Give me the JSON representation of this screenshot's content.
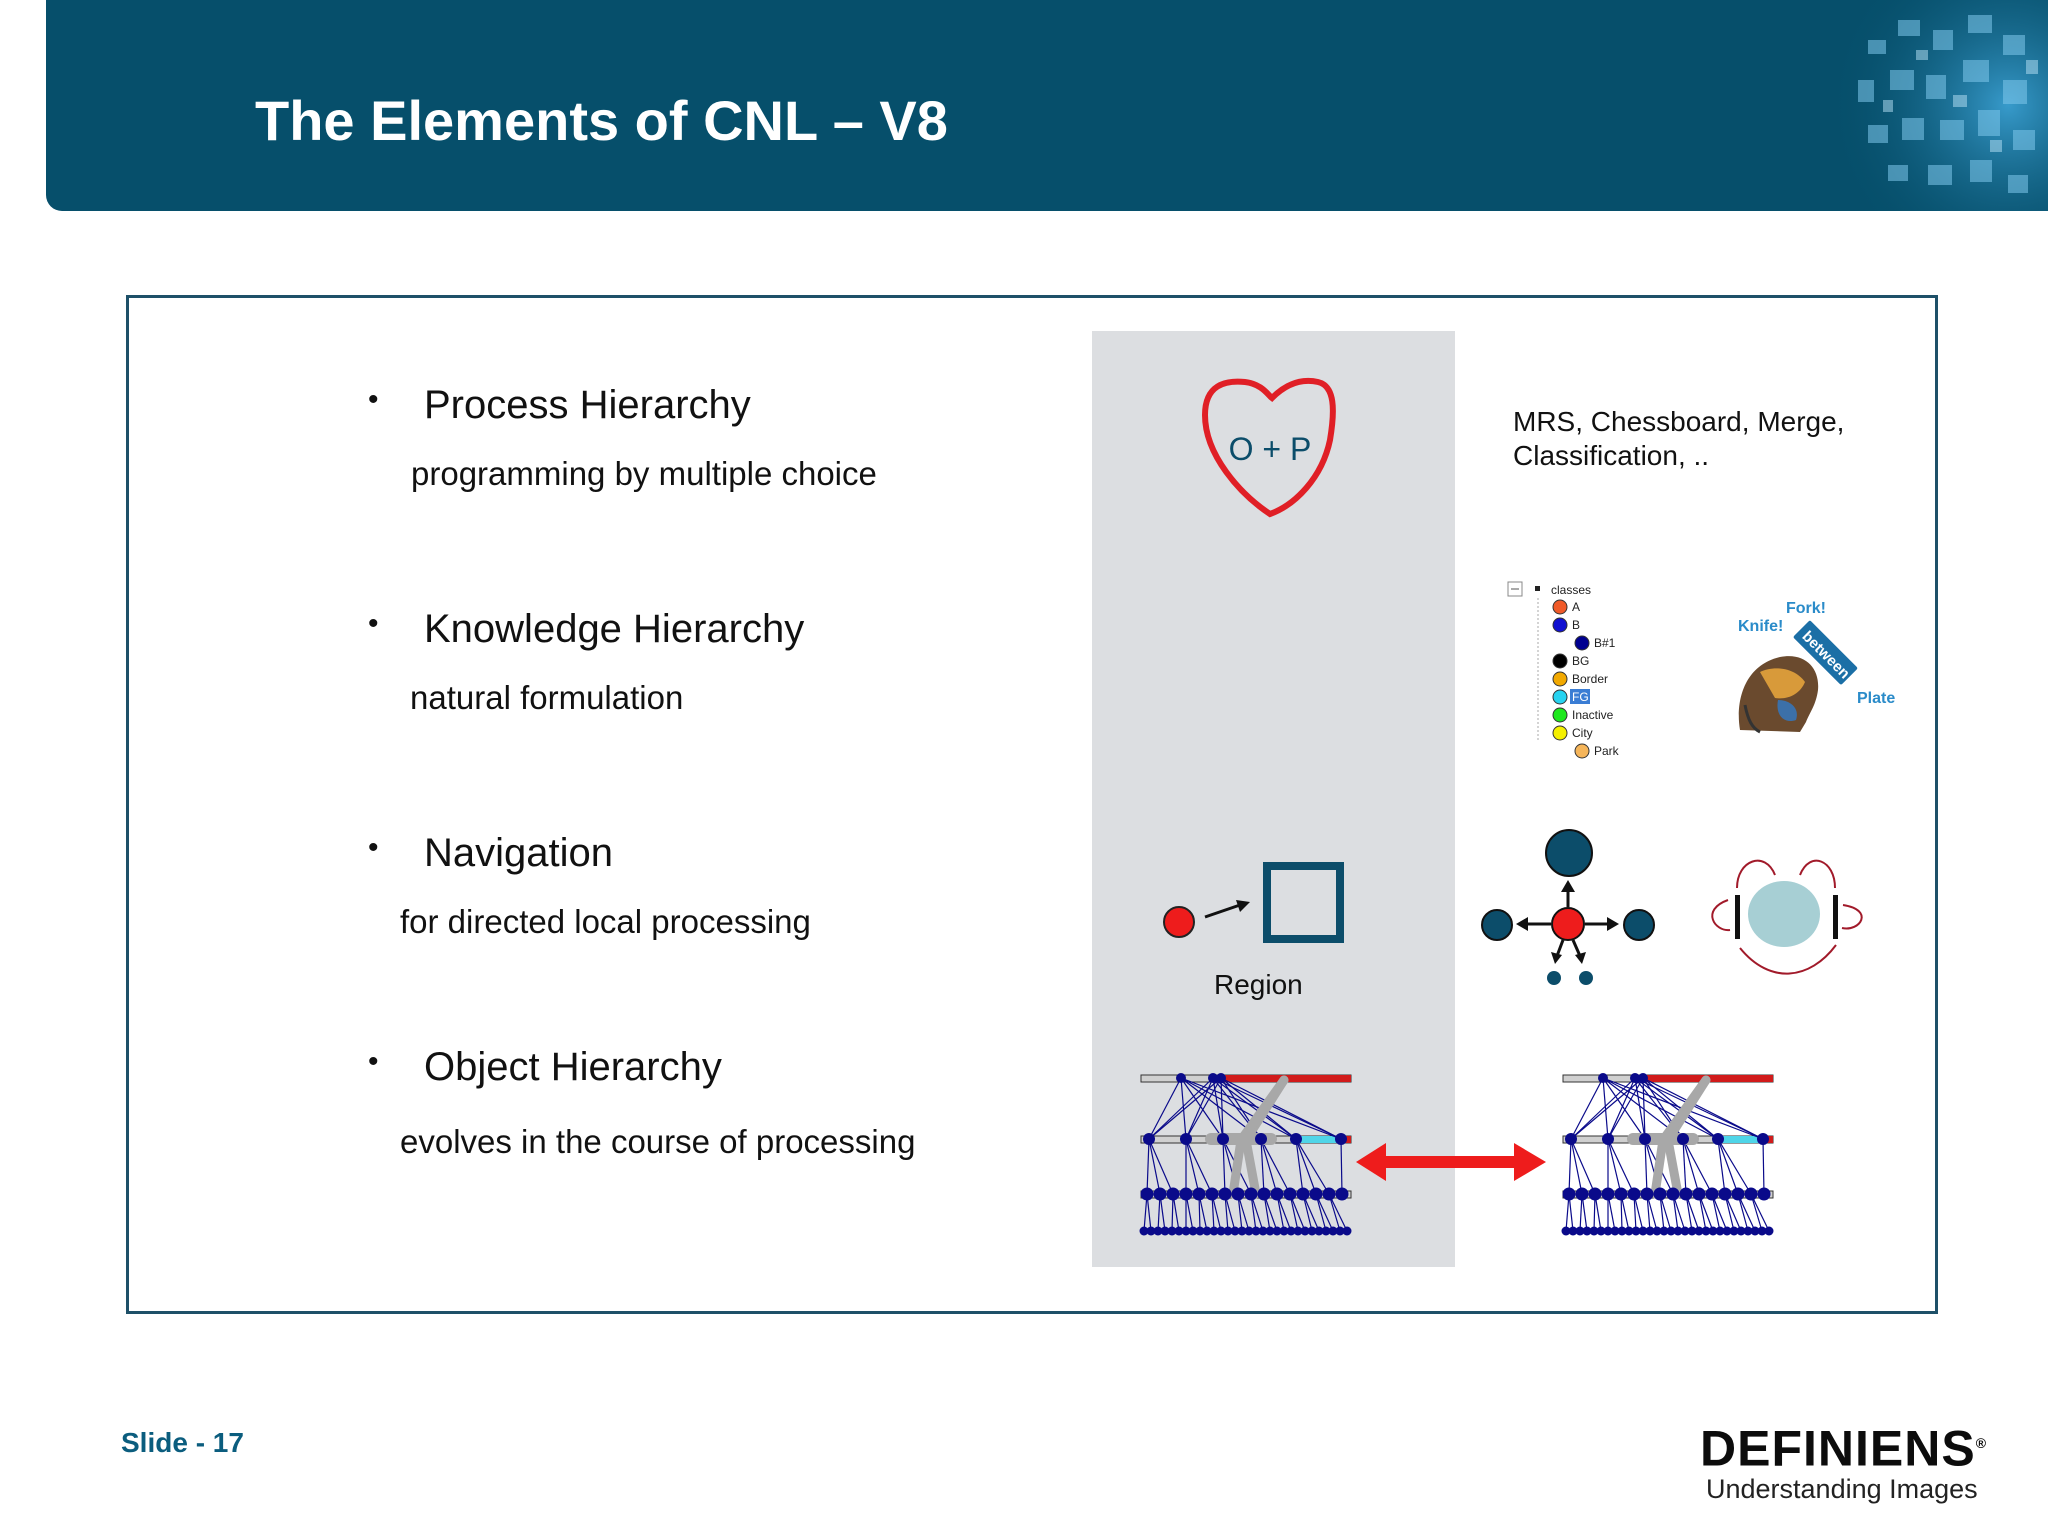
{
  "header": {
    "title": "The Elements of CNL – V8"
  },
  "items": [
    {
      "title": "Process Hierarchy",
      "description": "programming by multiple choice"
    },
    {
      "title": "Knowledge Hierarchy",
      "description": "natural formulation"
    },
    {
      "title": "Navigation",
      "description": "for directed local processing"
    },
    {
      "title": "Object Hierarchy",
      "description": "evolves in the course of processing"
    }
  ],
  "bullet_symbol": "•",
  "heart_text": "O + P",
  "examples_text": "MRS, Chessboard, Merge, Classification, ..",
  "class_tree": {
    "root": "classes",
    "items": [
      {
        "label": "A",
        "color": "#f05a28"
      },
      {
        "label": "B",
        "color": "#1010d0"
      },
      {
        "label": "B#1",
        "color": "#000090"
      },
      {
        "label": "BG",
        "color": "#000000"
      },
      {
        "label": "Border",
        "color": "#f2a900"
      },
      {
        "label": "FG",
        "color": "#27d3f0"
      },
      {
        "label": "Inactive",
        "color": "#1ee81e"
      },
      {
        "label": "City",
        "color": "#f5f000"
      },
      {
        "label": "Park",
        "color": "#f5b55a"
      }
    ]
  },
  "semantic_words": {
    "fork": "Fork!",
    "knife": "Knife!",
    "between": "between",
    "plate": "Plate"
  },
  "region_label": "Region",
  "footer": {
    "slide": "Slide - 17"
  },
  "logo": {
    "name": "DEFINIENS",
    "tagline": "Understanding Images",
    "mark": "®"
  },
  "colors": {
    "brand": "#064f6b",
    "red": "#ee1c1c",
    "navy": "#0a0a8a",
    "teal_node": "#0c4d6a"
  }
}
